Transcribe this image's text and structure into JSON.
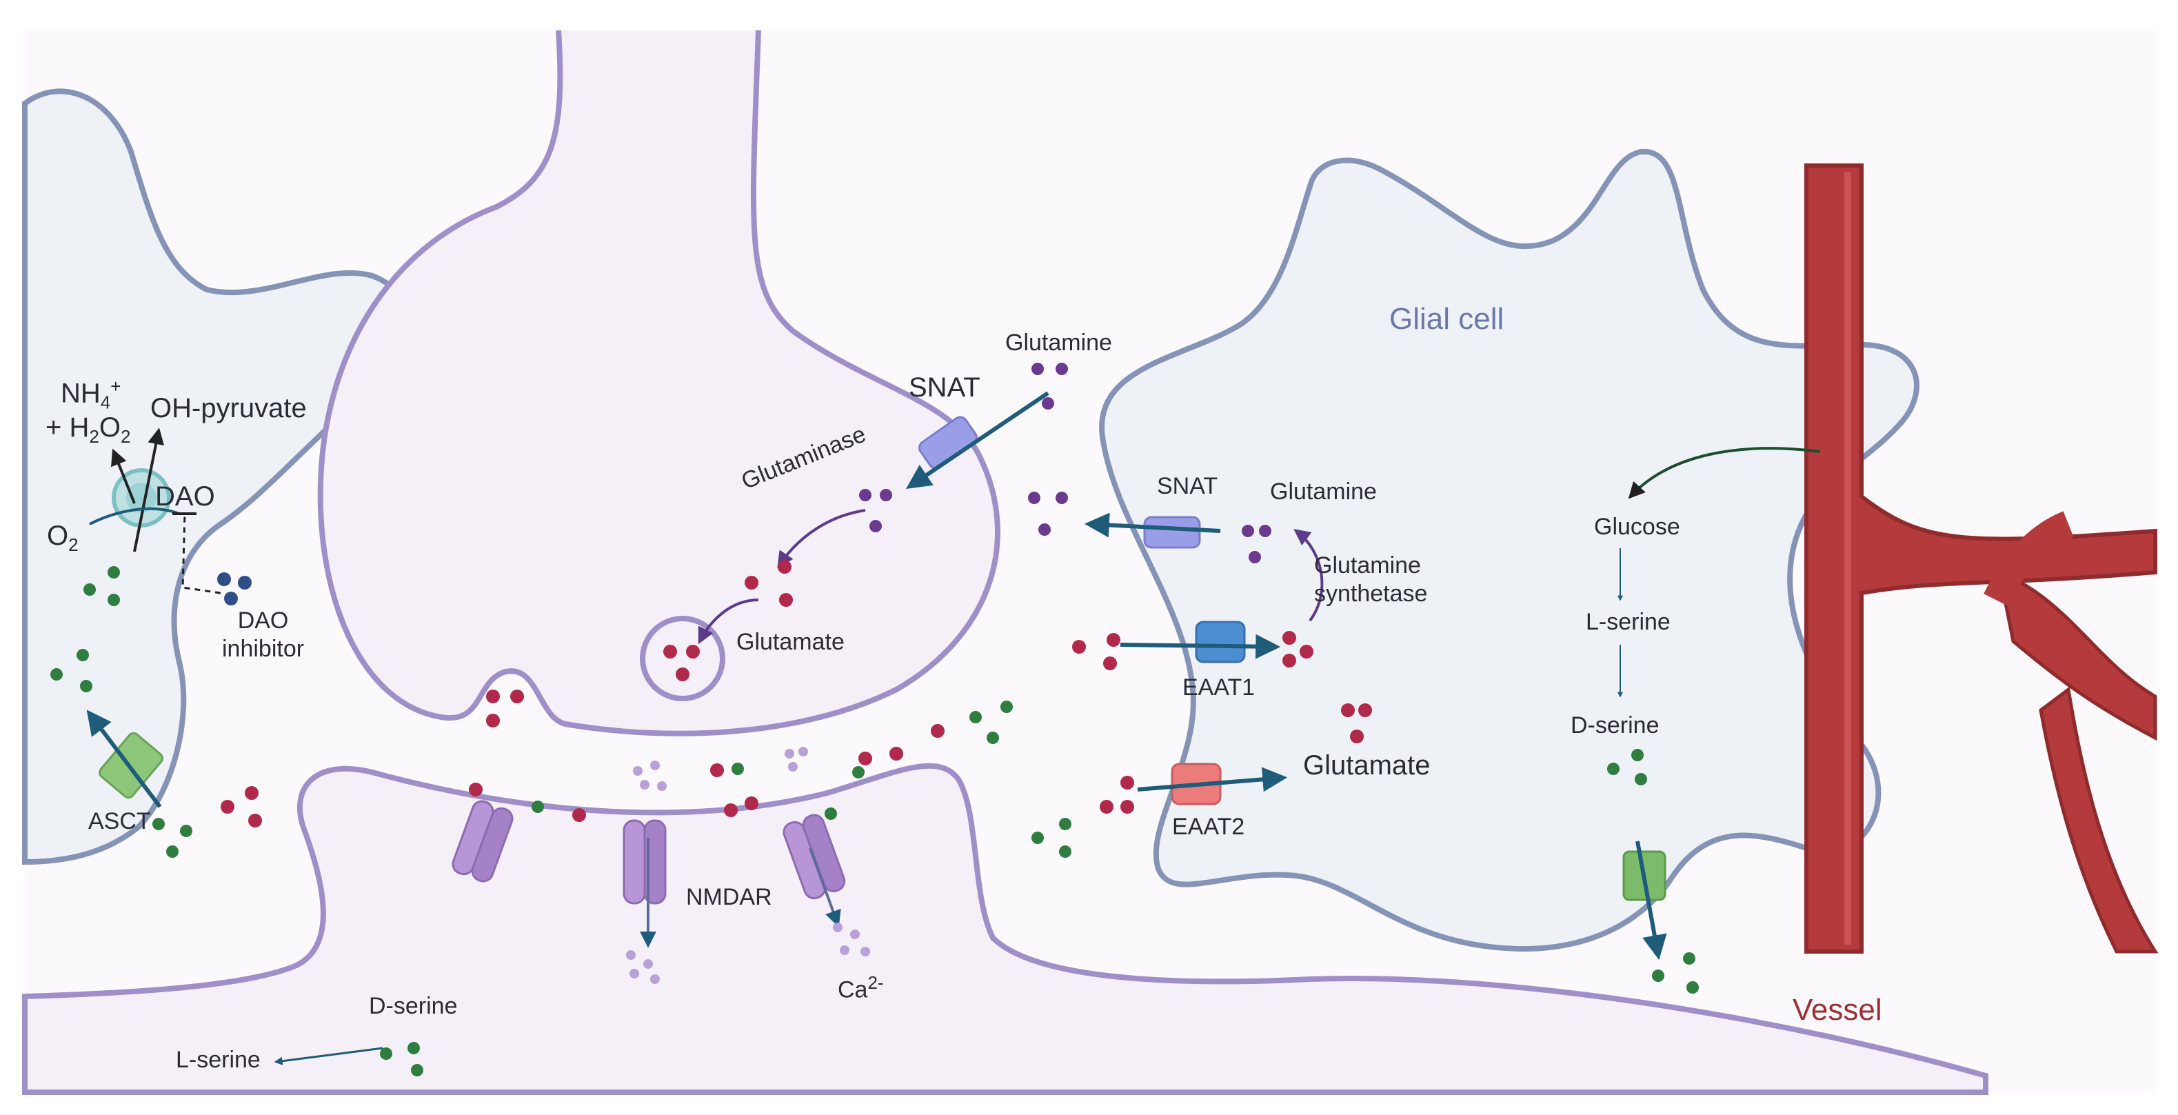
{
  "labels": {
    "glial_cell": "Glial cell",
    "vessel": "Vessel",
    "snat_presynaptic": "SNAT",
    "snat_glial": "SNAT",
    "glutamine_top": "Glutamine",
    "glutamine_glial": "Glutamine",
    "glutamine_synthetase": "Glutamine\nsynthetase",
    "glutaminase": "Glutaminase",
    "glutamate_vesicle": "Glutamate",
    "glutamate_glial": "Glutamate",
    "eaat1": "EAAT1",
    "eaat2": "EAAT2",
    "nmdar": "NMDAR",
    "ca": "Ca",
    "ca_sup": "2-",
    "dao": "DAO",
    "dao_inhibitor": "DAO\ninhibitor",
    "asct": "ASCT",
    "oh_pyruvate": "OH-pyruvate",
    "nh4": "NH",
    "nh4_sub": "4",
    "nh4_sup": "+",
    "h2o2_prefix": "+ H",
    "h2o2_sub1": "2",
    "h2o2_o": "O",
    "h2o2_sub2": "2",
    "o2": "O",
    "o2_sub": "2",
    "glucose": "Glucose",
    "lserine_glial": "L-serine",
    "dserine_glial": "D-serine",
    "dserine_bottom": "D-serine",
    "lserine_bottom": "L-serine"
  },
  "colors": {
    "membrane": "#9f8fc9",
    "membrane_fill": "#f5f0f8",
    "glia_stroke": "#8593b6",
    "glia_fill": "#eef2f7",
    "vessel": "#b43a3c",
    "vessel_dark": "#8e2b2d",
    "glutamate_dot": "#b0294a",
    "glutamine_dot": "#6b3a8f",
    "serine_dot": "#2f7d3f",
    "inhibitor_dot": "#2f4e86",
    "arrow": "#1f5c7a",
    "receptor": "#b895d6",
    "snat": "#9a9de8",
    "eaat1": "#4d8ed2",
    "eaat2": "#ec7b7b",
    "asct": "#8cc77a",
    "glial_label": "#6a78a8",
    "vessel_label": "#9c2f33"
  }
}
